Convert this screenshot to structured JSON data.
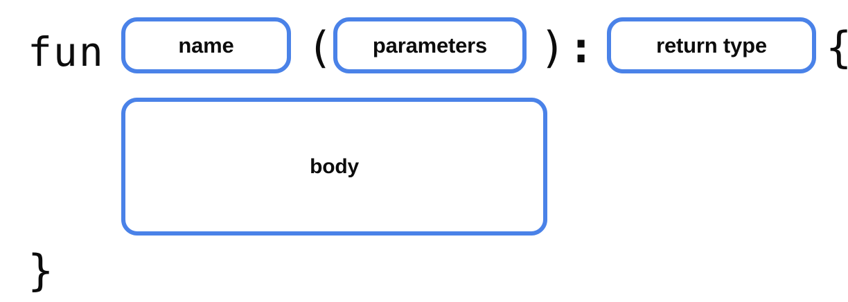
{
  "diagram": {
    "title": "Kotlin function declaration syntax",
    "language": "kotlin",
    "type": "syntax-template",
    "background_color": "#ffffff",
    "accent_color": "#4a82e8",
    "text_color": "#0c0c0c"
  },
  "signature_line": {
    "keyword": "fun",
    "open_paren": "(",
    "close_paren": ")",
    "colon": ":",
    "open_brace": "{"
  },
  "closing_line": {
    "close_brace": "}"
  },
  "slots": {
    "name": {
      "label": "name",
      "role": "function-name-placeholder"
    },
    "parameters": {
      "label": "parameters",
      "role": "parameter-list-placeholder"
    },
    "return_type": {
      "label": "return type",
      "role": "return-type-placeholder"
    },
    "body": {
      "label": "body",
      "role": "function-body-placeholder"
    }
  }
}
